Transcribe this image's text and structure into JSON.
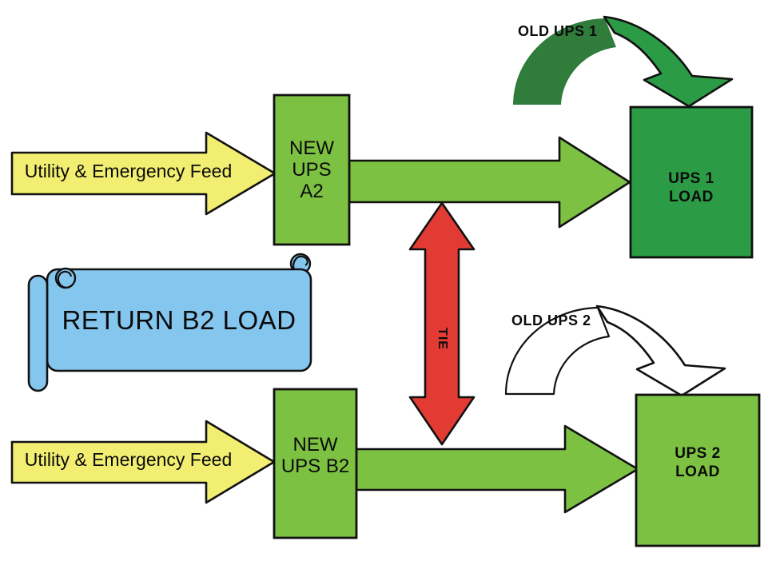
{
  "diagram": {
    "background": "#ffffff",
    "colors": {
      "feed_yellow": "#F1EE71",
      "bright_green": "#7CC142",
      "medium_green": "#2B9B45",
      "dark_green": "#2F7C3B",
      "tie_red": "#E23B33",
      "scroll_blue": "#85C6EE",
      "arch_white": "#FFFFFF",
      "outline": "#111111"
    },
    "labels": {
      "feed_top": "Utility & Emergency Feed",
      "feed_bottom": "Utility & Emergency Feed",
      "new_ups_a2": {
        "l1": "NEW",
        "l2": "UPS",
        "l3": "A2"
      },
      "new_ups_b2": {
        "l1": "NEW",
        "l2": "UPS B2"
      },
      "ups1_load": {
        "l1": "UPS 1",
        "l2": "LOAD"
      },
      "ups2_load": {
        "l1": "UPS 2",
        "l2": "LOAD"
      },
      "old_ups_1": "OLD UPS 1",
      "old_ups_2": "OLD UPS 2",
      "tie": "TIE",
      "return_banner": "RETURN B2 LOAD"
    }
  }
}
